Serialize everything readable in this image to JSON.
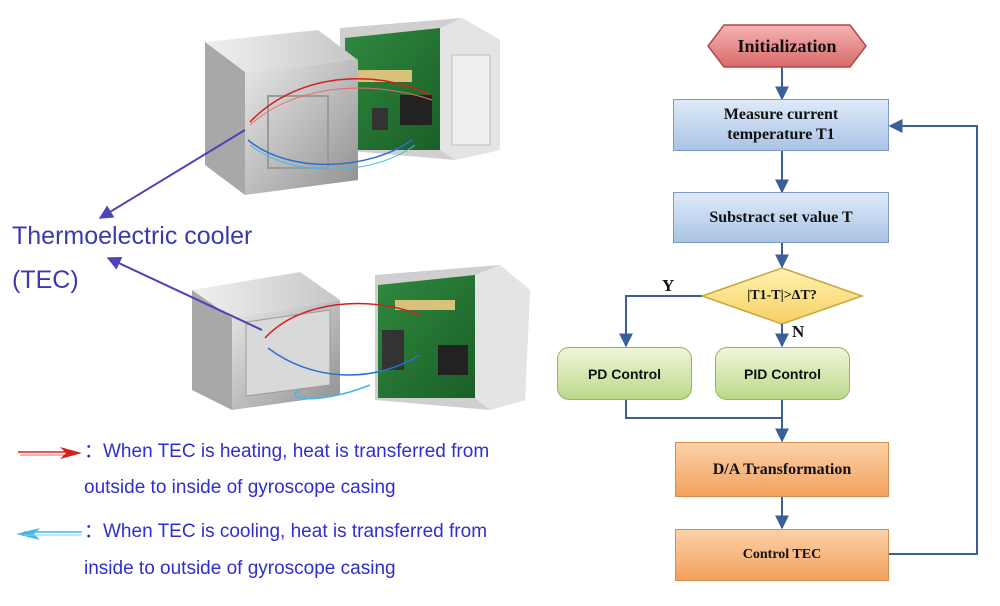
{
  "left": {
    "tec_label_line1": "Thermoelectric cooler",
    "tec_label_line2": "(TEC)",
    "legend_heating_line1": "：When TEC is heating, heat is transferred from",
    "legend_heating_line2": "outside to inside of gyroscope casing",
    "legend_cooling_line1": "：When TEC is cooling, heat is transferred  from",
    "legend_cooling_line2": "inside to outside of gyroscope casing",
    "heating_arrow_color": "#d42020",
    "cooling_arrow_color": "#43b8e8"
  },
  "flowchart": {
    "start": "Initialization",
    "measure": "Measure current temperature T1",
    "subtract": "Substract set value T",
    "decision": "|T1-T|>ΔT?",
    "yes_label": "Y",
    "no_label": "N",
    "pd": "PD Control",
    "pid": "PID Control",
    "da": "D/A Transformation",
    "control": "Control TEC",
    "line_color": "#3a5f9a"
  }
}
